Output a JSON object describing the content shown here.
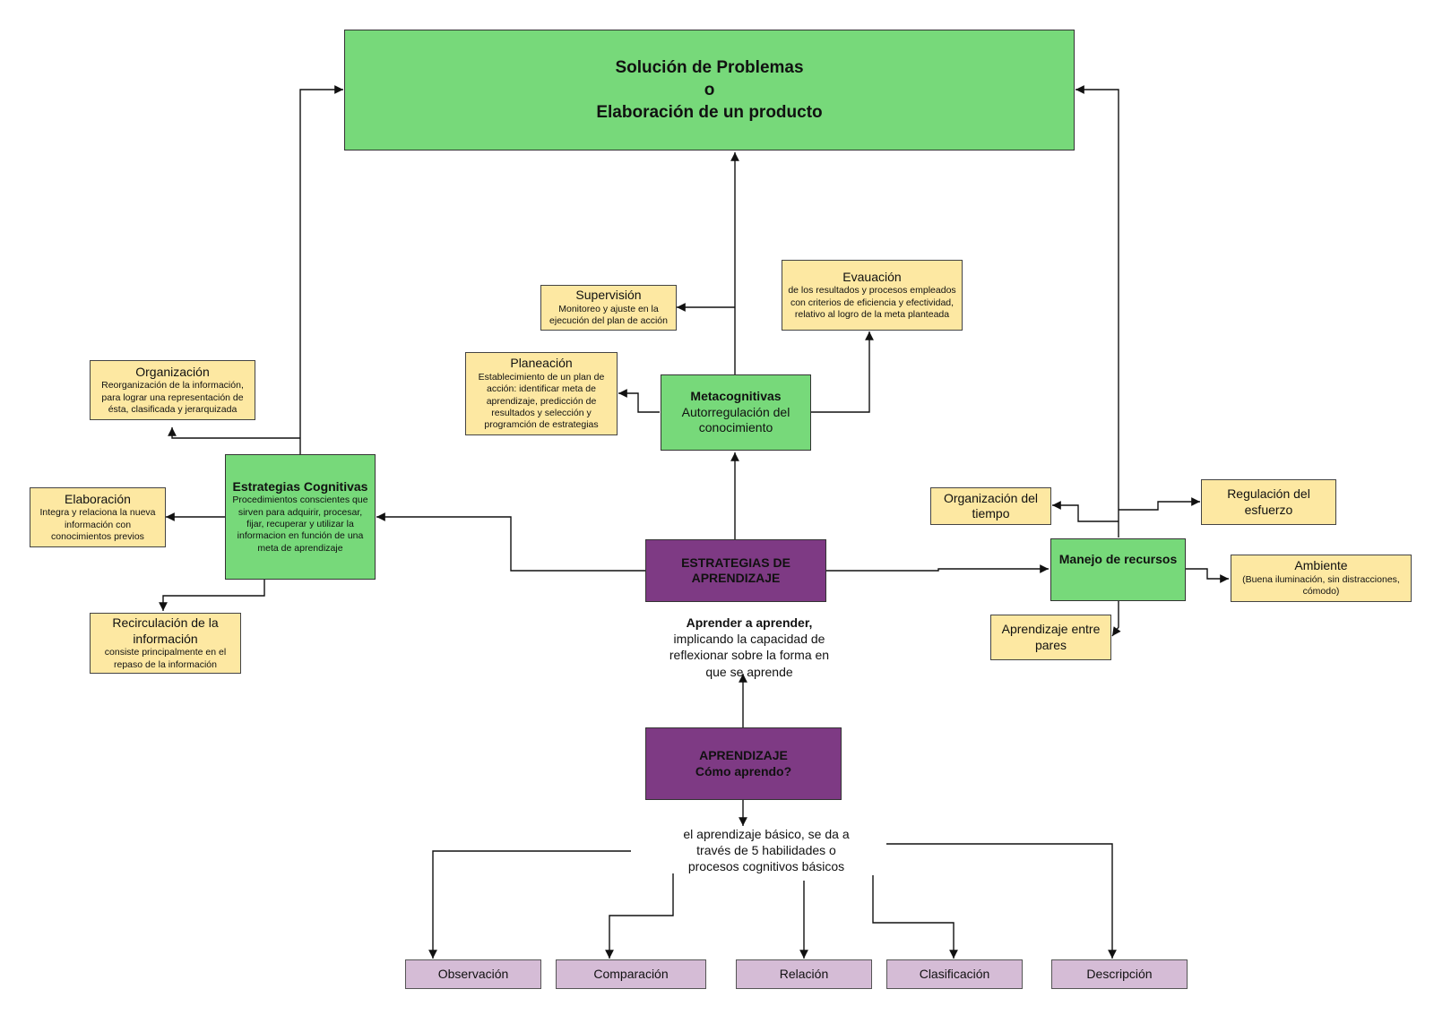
{
  "top": {
    "line1": "Solución de Problemas",
    "line2": "o",
    "line3": "Elaboración de un producto"
  },
  "metacognitivas": {
    "title": "Metacognitivas",
    "subtitle": "Autorregulación del conocimiento"
  },
  "supervision": {
    "title": "Supervisión",
    "desc": "Monitoreo y ajuste en la ejecución del plan de acción"
  },
  "evaluacion": {
    "title": "Evauación",
    "desc": "de los resultados y procesos empleados con criterios de eficiencia y efectividad, relativo al logro de la meta planteada"
  },
  "planeacion": {
    "title": "Planeación",
    "desc": "Establecimiento de un plan de acción: identificar meta de aprendizaje, predicción de resultados y selección y programción de estrategias"
  },
  "organizacion": {
    "title": "Organización",
    "desc": "Reorganización de la información, para lograr una representación de ésta, clasificada y jerarquizada"
  },
  "cognitivas": {
    "title": "Estrategias Cognitivas",
    "desc": "Procedimientos conscientes que sirven para adquirir, procesar, fijar, recuperar y utilizar la informacion en función de una meta de aprendizaje"
  },
  "elaboracion": {
    "title": "Elaboración",
    "desc": "Integra y relaciona la nueva información con conocimientos previos"
  },
  "recirculacion": {
    "title": "Recirculación de la información",
    "desc": "consiste principalmente en el repaso de la información"
  },
  "estrategias": {
    "line1": "ESTRATEGIAS DE",
    "line2": "APRENDIZAJE"
  },
  "aprender": {
    "bold": "Aprender a aprender,",
    "rest": "implicando la capacidad de reflexionar sobre la forma en que se aprende"
  },
  "recursos": {
    "title": "Manejo de recursos"
  },
  "tiempo": {
    "title": "Organización del tiempo"
  },
  "esfuerzo": {
    "title": "Regulación del esfuerzo"
  },
  "ambiente": {
    "title": "Ambiente",
    "desc": "(Buena iluminación, sin distracciones, cómodo)"
  },
  "pares": {
    "title": "Aprendizaje entre pares"
  },
  "aprendizaje": {
    "line1": "APRENDIZAJE",
    "line2": "Cómo aprendo?"
  },
  "basico": {
    "text": "el aprendizaje básico, se da a través de 5 habilidades o procesos cognitivos básicos"
  },
  "habilidades": {
    "observacion": "Observación",
    "comparacion": "Comparación",
    "relacion": "Relación",
    "clasificacion": "Clasificación",
    "descripcion": "Descripción"
  },
  "colors": {
    "green": "#77d97a",
    "yellow": "#fde8a2",
    "purple": "#7e3a84",
    "lilac": "#d5bcd6"
  }
}
